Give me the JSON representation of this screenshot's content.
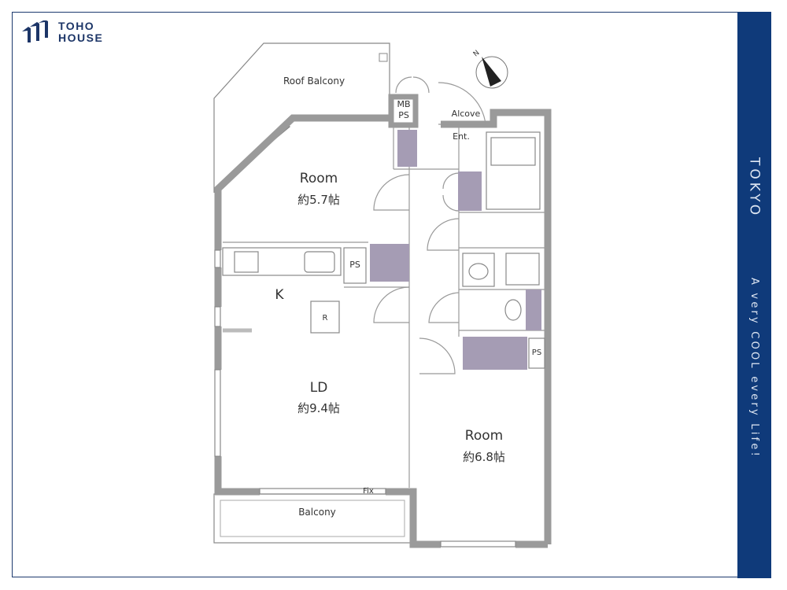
{
  "brand": {
    "name_line1": "TOHO",
    "name_line2": "HOUSE"
  },
  "sidebar": {
    "city": "TOKYO",
    "slogan": "A very COOL every Life!"
  },
  "colors": {
    "brand": "#0f3a7a",
    "wall": "#9a9a9a",
    "storage": "#a59cb4"
  },
  "compass": {
    "label": "N"
  },
  "plan": {
    "roof_balcony": "Roof Balcony",
    "mb": "MB",
    "mb_ps": "PS",
    "alcove": "Alcove",
    "entrance": "Ent.",
    "room1_name": "Room",
    "room1_size": "約5.7帖",
    "kitchen_ps": "PS",
    "kitchen": "K",
    "fridge": "R",
    "ld_name": "LD",
    "ld_size": "約9.4帖",
    "fix": "Fix",
    "balcony": "Balcony",
    "room2_name": "Room",
    "room2_size": "約6.8帖",
    "room2_ps": "PS"
  }
}
